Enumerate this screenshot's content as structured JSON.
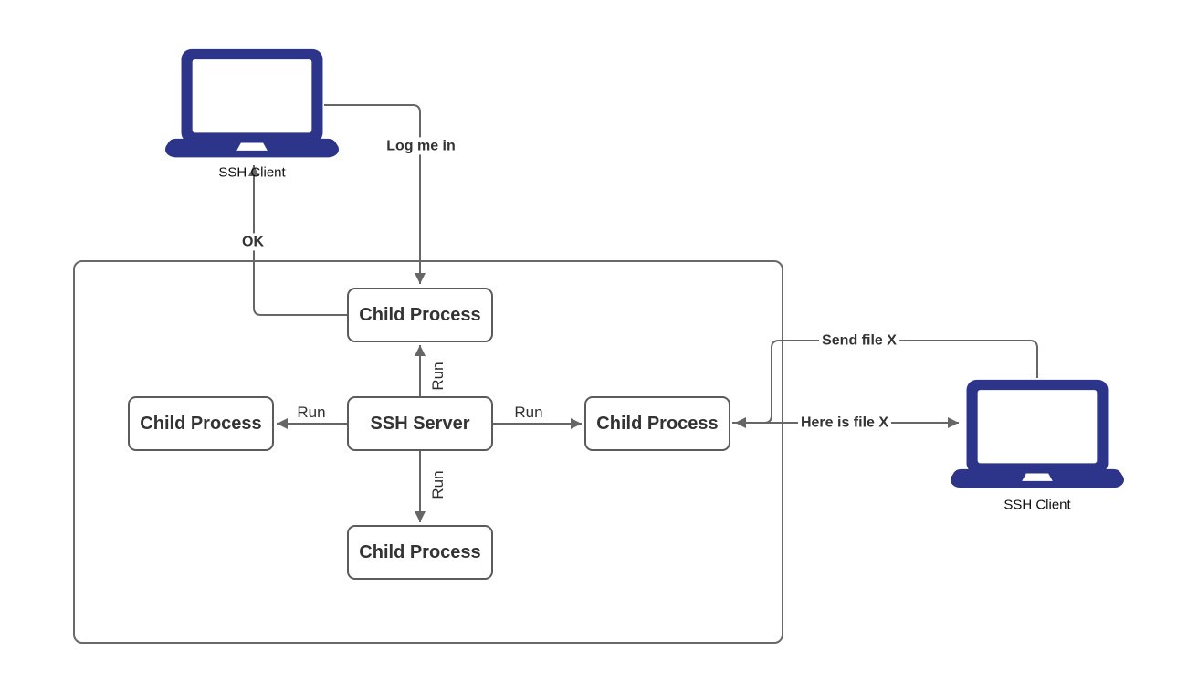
{
  "diagram": {
    "title": "SSH client-server process diagram",
    "colors": {
      "laptop_fill": "#2c3589",
      "connector_stroke": "#666666",
      "node_border": "#5b5b5b",
      "node_text": "#333333",
      "edge_label_text": "#333333",
      "background": "#ffffff"
    },
    "nodes": {
      "client_left": {
        "label": "SSH Client",
        "icon": "laptop-icon"
      },
      "client_right": {
        "label": "SSH Client",
        "icon": "laptop-icon"
      },
      "child_top": {
        "label": "Child Process"
      },
      "child_left": {
        "label": "Child Process"
      },
      "ssh_server": {
        "label": "SSH Server"
      },
      "child_right": {
        "label": "Child Process"
      },
      "child_bottom": {
        "label": "Child Process"
      }
    },
    "edges": {
      "log_me_in": {
        "label": "Log me in",
        "from": "client_left",
        "to": "child_top"
      },
      "ok": {
        "label": "OK",
        "from": "child_top",
        "to": "client_left"
      },
      "run_up": {
        "label": "Run",
        "from": "ssh_server",
        "to": "child_top"
      },
      "run_left": {
        "label": "Run",
        "from": "ssh_server",
        "to": "child_left"
      },
      "run_right": {
        "label": "Run",
        "from": "ssh_server",
        "to": "child_right"
      },
      "run_down": {
        "label": "Run",
        "from": "ssh_server",
        "to": "child_bottom"
      },
      "send_file": {
        "label": "Send file X",
        "from": "client_right",
        "to": "child_right"
      },
      "here_is_file": {
        "label": "Here is file X",
        "from": "child_right",
        "to": "client_right"
      }
    }
  }
}
